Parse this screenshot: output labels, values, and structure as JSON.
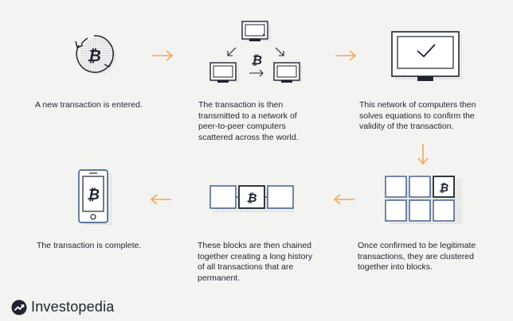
{
  "steps": [
    {
      "caption": "A new transaction is entered.",
      "icon": "bitcoin-cycle-icon"
    },
    {
      "caption": "The transaction is then\ntransmitted to a network of\npeer-to-peer computers\nscattered across the world.",
      "icon": "network-computers-icon"
    },
    {
      "caption": "This network of computers then\nsolves equations to confirm the\nvalidity of the transaction.",
      "icon": "monitor-checkmark-icon"
    },
    {
      "caption": "Once confirmed to be legitimate\ntransactions, they are clustered\ntogether into blocks.",
      "icon": "block-grid-icon"
    },
    {
      "caption": "These blocks are then chained\ntogether creating a long history\nof all transactions that are\npermanent.",
      "icon": "chain-blocks-icon"
    },
    {
      "caption": "The transaction is complete.",
      "icon": "phone-bitcoin-icon"
    }
  ],
  "symbols": {
    "bitcoin": "₿"
  },
  "brand": {
    "name": "Investopedia"
  },
  "colors": {
    "accent": "#f5a65b",
    "ink": "#1d2330",
    "background": "#f3f3f1",
    "highlight": "#ffffff"
  }
}
